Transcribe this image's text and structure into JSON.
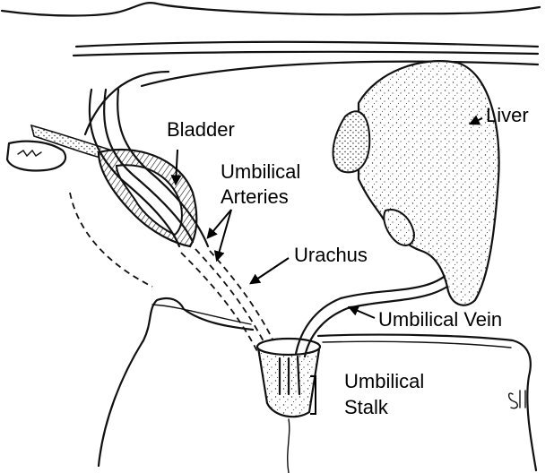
{
  "labels": {
    "liver": "Liver",
    "bladder": "Bladder",
    "umbilical_arteries_line1": "Umbilical",
    "umbilical_arteries_line2": "Arteries",
    "urachus": "Urachus",
    "umbilical_vein": "Umbilical Vein",
    "umbilical_stalk_line1": "Umbilical",
    "umbilical_stalk_line2": "Stalk"
  },
  "signature_text": "SM"
}
